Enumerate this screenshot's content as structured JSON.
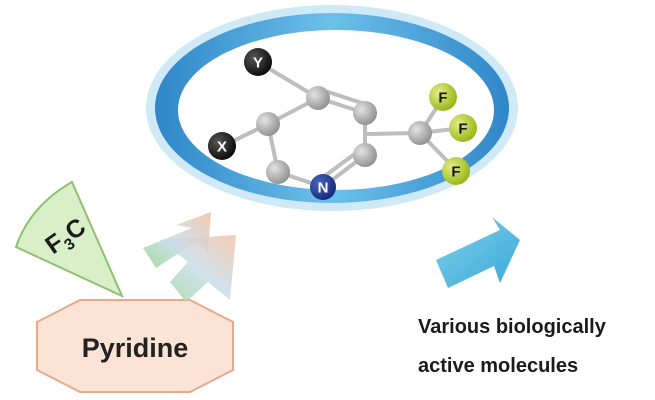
{
  "molecule": {
    "substituent_y": "Y",
    "substituent_x": "X",
    "nitrogen": "N",
    "fluorine_1": "F",
    "fluorine_2": "F",
    "fluorine_3": "F"
  },
  "reagents": {
    "trifluoromethyl_main": "F",
    "trifluoromethyl_sub": "3",
    "trifluoromethyl_tail": "C",
    "pyridine": "Pyridine"
  },
  "result": {
    "line_1": "Various biologically",
    "line_2": "active molecules"
  },
  "colors": {
    "ring_outer": "#3f98d4",
    "ring_inner": "#bfe2f3",
    "carbon": "#a9a9a9",
    "nitrogen": "#1f3a8f",
    "fluorine": "#b6cc2a",
    "substituent": "#1a1a1a",
    "wedge_fill": "#d9efc7",
    "wedge_stroke": "#8fbf70",
    "hexagon_fill": "#fbe3d6",
    "hexagon_stroke": "#e6a98c",
    "arrow_out": "#55bde0"
  }
}
